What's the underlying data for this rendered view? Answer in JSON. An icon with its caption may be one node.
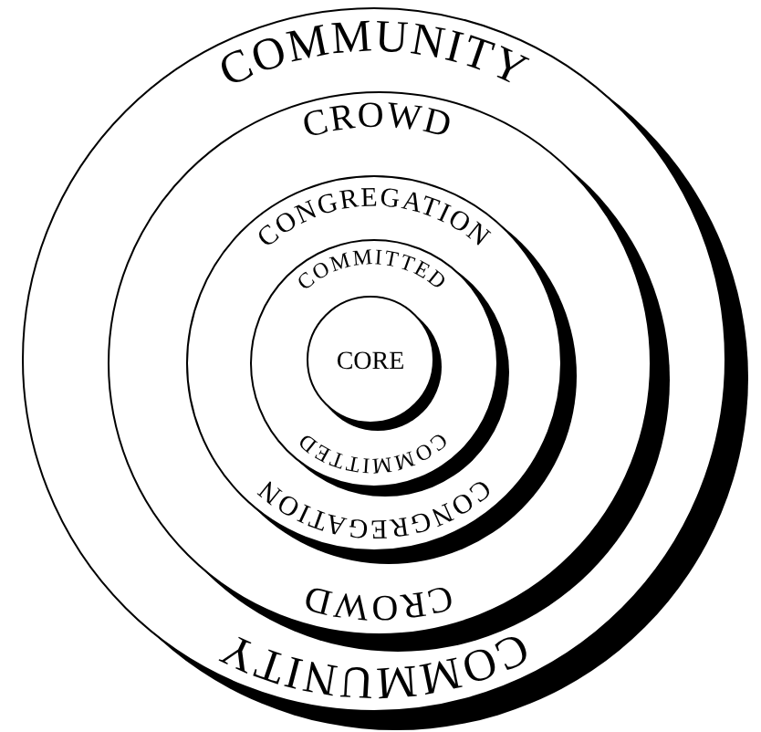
{
  "diagram": {
    "nodes": [
      {
        "text": [
          "COMMUNITY",
          "COMMUNITY"
        ]
      },
      {
        "text": [
          "CROWD",
          "CROWD"
        ],
        "in": 0
      },
      {
        "text": [
          "CONGREGATION",
          "CONGREGATION"
        ],
        "in": 1
      },
      {
        "text": [
          "COMMITTED",
          "COMMITTED"
        ],
        "in": 2
      },
      {
        "text": [
          "CORE"
        ],
        "in": 3
      }
    ]
  }
}
